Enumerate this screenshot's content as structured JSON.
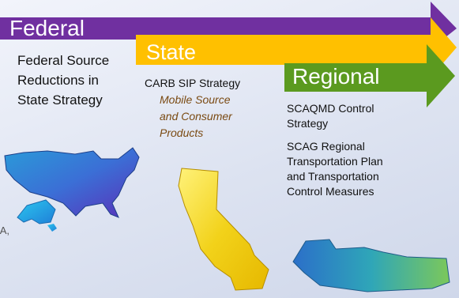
{
  "levels": {
    "federal": {
      "label": "Federal",
      "color": "#7030a0"
    },
    "state": {
      "label": "State",
      "color": "#ffc000"
    },
    "regional": {
      "label": "Regional",
      "color": "#5b9a1f"
    }
  },
  "federal_text": [
    "Federal Source",
    "Reductions in",
    "State Strategy"
  ],
  "state_text": {
    "title": "CARB SIP Strategy",
    "italic": [
      "Mobile Source",
      "and Consumer",
      "Products"
    ],
    "italic_color": "#7a4a12"
  },
  "regional_text": {
    "scaqmd": [
      "SCAQMD Control",
      "Strategy"
    ],
    "scag": [
      "SCAG Regional",
      "Transportation Plan",
      "and Transportation",
      "Control Measures"
    ]
  },
  "edge_fragment": "PA,",
  "maps": {
    "usa": "usa-map-icon",
    "california": "california-map-icon",
    "socal": "southern-california-map-icon"
  }
}
